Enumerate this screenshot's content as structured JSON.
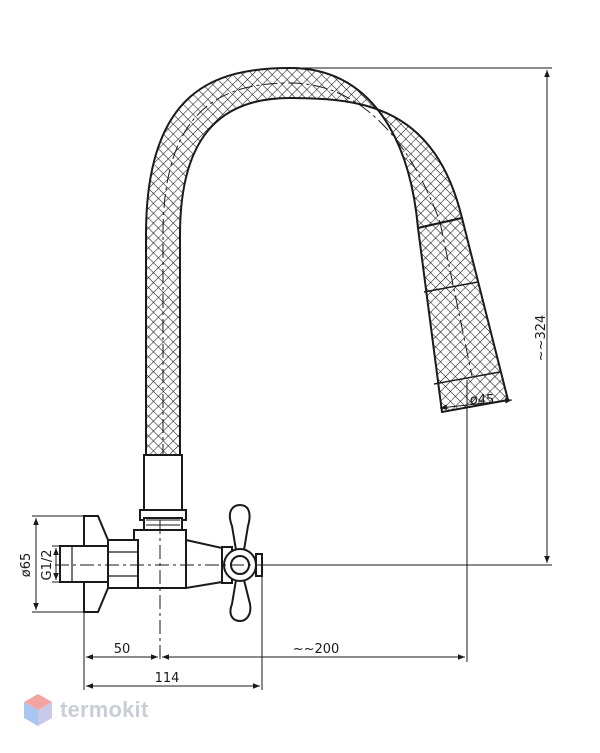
{
  "dimensions": {
    "total_height": "~~324",
    "outlet_diameter": "ø45",
    "base_diameter": "ø65",
    "thread": "G1/2",
    "wall_to_axis": "50",
    "axis_to_outlet": "~~200",
    "total_width": "114"
  },
  "brand": {
    "name": "termokit",
    "logo_icon": "hexagon-logo-icon",
    "colors": {
      "logo_top": "#f4a3a3",
      "logo_left": "#a9c6f0",
      "logo_right": "#c9c9e8",
      "text": "#c9ced6"
    }
  },
  "colors": {
    "line": "#1a1a1a",
    "hose_mesh": "#1a1a1a"
  }
}
